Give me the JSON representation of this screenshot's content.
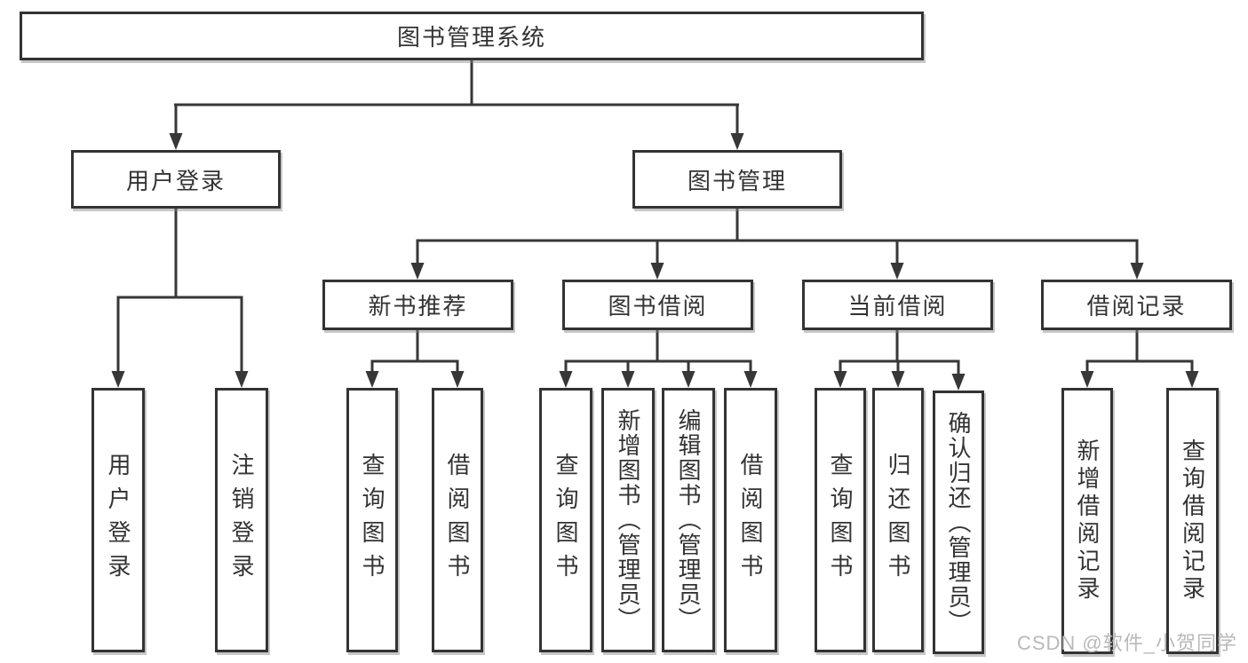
{
  "tree": {
    "label": "图书管理系统",
    "children": [
      {
        "label": "用户登录",
        "children": [
          {
            "label": "用户登录"
          },
          {
            "label": "注销登录"
          }
        ]
      },
      {
        "label": "图书管理",
        "children": [
          {
            "label": "新书推荐",
            "children": [
              {
                "label": "查询图书"
              },
              {
                "label": "借阅图书"
              }
            ]
          },
          {
            "label": "图书借阅",
            "children": [
              {
                "label": "查询图书"
              },
              {
                "label": "新增图书（管理员）"
              },
              {
                "label": "编辑图书（管理员）"
              },
              {
                "label": "借阅图书"
              }
            ]
          },
          {
            "label": "当前借阅",
            "children": [
              {
                "label": "查询图书"
              },
              {
                "label": "归还图书"
              },
              {
                "label": "确认归还（管理员）"
              }
            ]
          },
          {
            "label": "借阅记录",
            "children": [
              {
                "label": "新增借阅记录"
              },
              {
                "label": "查询借阅记录"
              }
            ]
          }
        ]
      }
    ]
  },
  "watermark": {
    "text": "CSDN @软件_小贺同学"
  },
  "colors": {
    "line": "#373737",
    "box_border": "#333333",
    "box_fill": "#ffffff",
    "text": "#333333",
    "watermark": "#b9b9b9"
  }
}
